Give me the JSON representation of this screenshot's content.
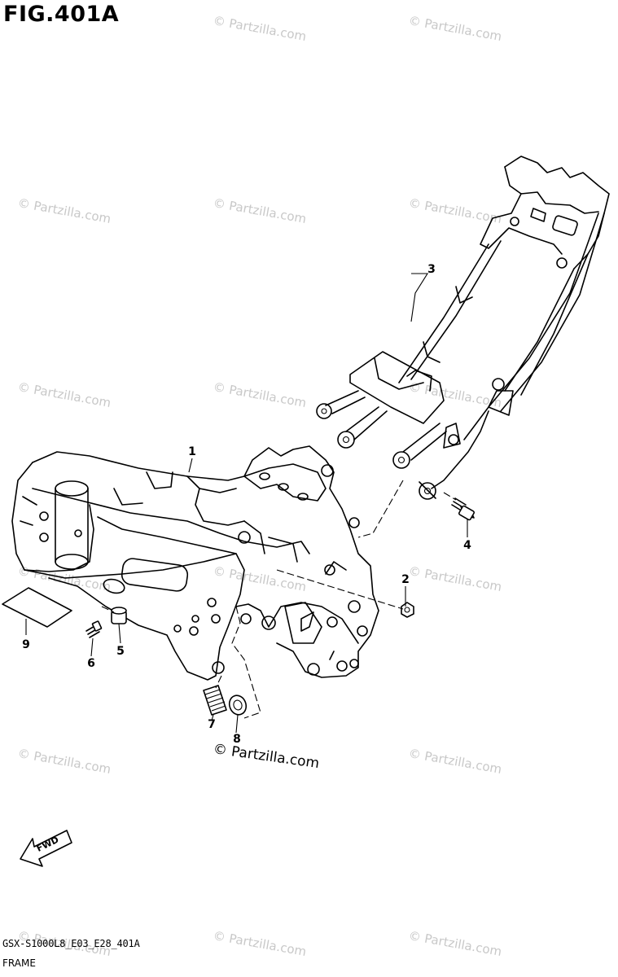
{
  "figure": {
    "title": "FIG.401A",
    "code": "GSX-S1000L8_E03_E28_401A",
    "caption": "FRAME",
    "fwd_label": "FWD"
  },
  "watermark": {
    "text": "© Partzilla.com",
    "main_text": "© Partzilla.com"
  },
  "callouts": [
    {
      "id": "1",
      "label": "1"
    },
    {
      "id": "2",
      "label": "2"
    },
    {
      "id": "3",
      "label": "3"
    },
    {
      "id": "4",
      "label": "4"
    },
    {
      "id": "5",
      "label": "5"
    },
    {
      "id": "6",
      "label": "6"
    },
    {
      "id": "7",
      "label": "7"
    },
    {
      "id": "8",
      "label": "8"
    },
    {
      "id": "9",
      "label": "9"
    }
  ]
}
